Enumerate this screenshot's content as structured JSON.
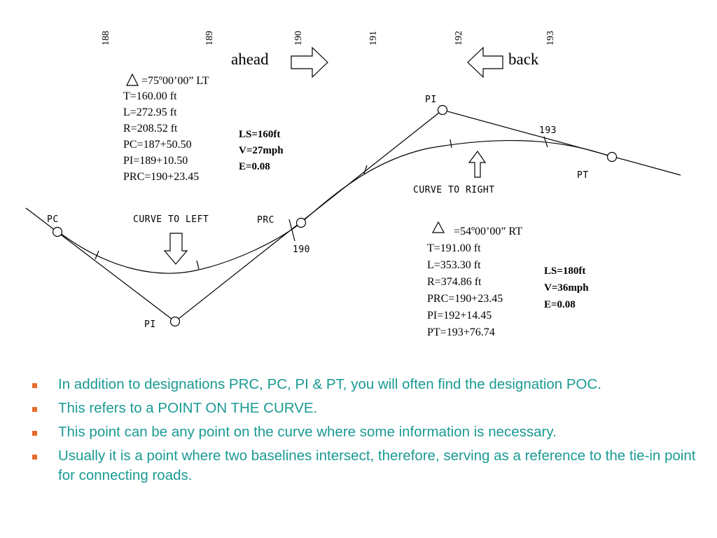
{
  "stations": [
    "188",
    "189",
    "190",
    "191",
    "192",
    "193"
  ],
  "direction": {
    "ahead": "ahead",
    "back": "back"
  },
  "curve_left": {
    "heading": "CURVE TO LEFT",
    "delta": "=75º00’00” LT",
    "params": [
      "T=160.00 ft",
      "L=272.95 ft",
      "R=208.52 ft",
      "PC=187+50.50",
      "PI=189+10.50",
      "PRC=190+23.45"
    ],
    "spiral": [
      "LS=160ft",
      "V=27mph",
      "E=0.08"
    ]
  },
  "curve_right": {
    "heading": "CURVE TO RIGHT",
    "delta": "=54º00’00” RT",
    "params": [
      "T=191.00 ft",
      "L=353.30 ft",
      "R=374.86 ft",
      "PRC=190+23.45",
      "PI=192+14.45",
      "PT=193+76.74"
    ],
    "spiral": [
      "LS=180ft",
      "V=36mph",
      "E=0.08"
    ]
  },
  "point_labels": {
    "pc": "PC",
    "pi_left": "PI",
    "prc": "PRC",
    "pi_right": "PI",
    "pt": "PT",
    "sta_190": "190",
    "sta_193": "193"
  },
  "bullets": [
    "In addition to designations PRC, PC, PI & PT, you will often find the designation POC.",
    "This refers to a POINT ON THE CURVE.",
    "This point can be any point on the curve where some information is necessary.",
    "Usually it is a point where two baselines intersect, therefore, serving as a reference to the tie-in point for connecting roads."
  ],
  "colors": {
    "bullet_text": "#1a9a93",
    "bullet_marker": "#e96b2c"
  }
}
